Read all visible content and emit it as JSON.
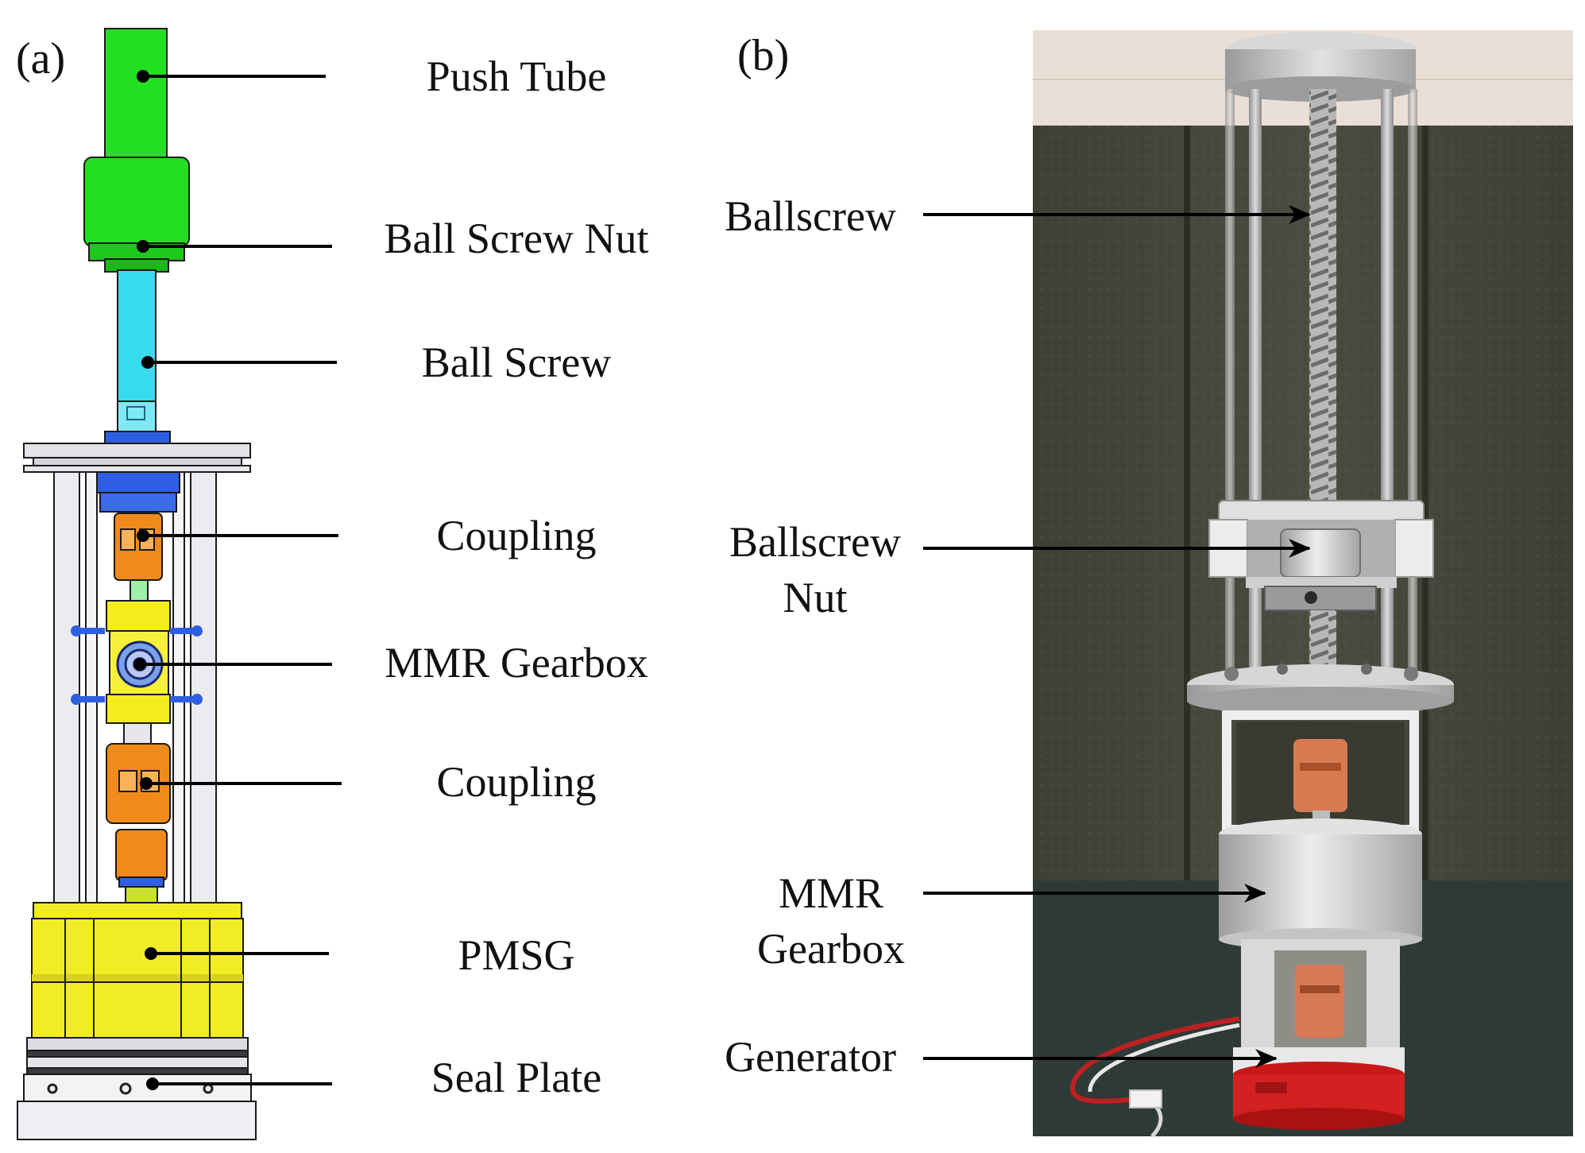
{
  "panel_a": {
    "tag": "(a)",
    "labels": {
      "push_tube": "Push Tube",
      "ball_screw_nut": "Ball Screw Nut",
      "ball_screw": "Ball Screw",
      "coupling_upper": "Coupling",
      "mmr_gearbox": "MMR Gearbox",
      "coupling_lower": "Coupling",
      "pmsg": "PMSG",
      "seal_plate": "Seal Plate"
    }
  },
  "panel_b": {
    "tag": "(b)",
    "labels": {
      "ballscrew": "Ballscrew",
      "ballscrew_nut_line1": "Ballscrew",
      "ballscrew_nut_line2": "Nut",
      "mmr_gearbox_line1": "MMR",
      "mmr_gearbox_line2": "Gearbox",
      "generator": "Generator"
    }
  },
  "colors": {
    "push_tube": "#22e01f",
    "ball_screw": "#39dbee",
    "blue_parts": "#2f5fe0",
    "coupling": "#f08a1a",
    "gearbox": "#f4ec1c",
    "pmsg": "#f2ec26",
    "frame": "#e6e6ea",
    "photo_wall": "#4a4a3e",
    "photo_table": "#2d3a38"
  }
}
